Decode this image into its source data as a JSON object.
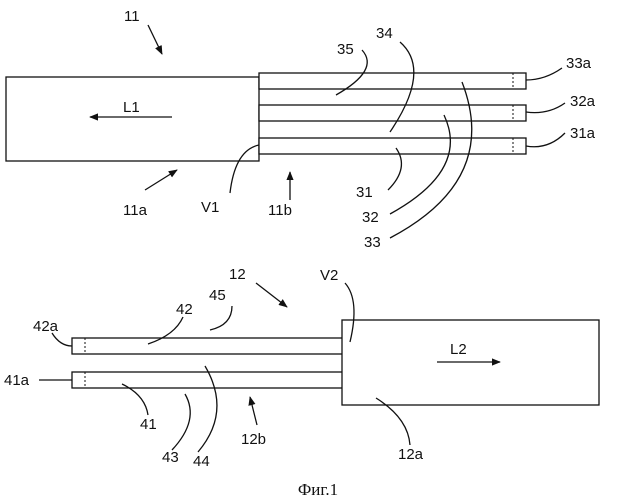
{
  "labels": {
    "n11": "11",
    "L1": "L1",
    "n35": "35",
    "n34": "34",
    "n33a": "33a",
    "n32a": "32a",
    "n31a": "31a",
    "n11a": "11a",
    "V1": "V1",
    "n11b": "11b",
    "n31": "31",
    "n32": "32",
    "n33": "33",
    "n12": "12",
    "V2": "V2",
    "n42": "42",
    "n45": "45",
    "n42a": "42a",
    "n41a": "41a",
    "L2": "L2",
    "n41": "41",
    "n43": "43",
    "n44": "44",
    "n12b": "12b",
    "n12a": "12a"
  },
  "caption": "Фиг.1"
}
